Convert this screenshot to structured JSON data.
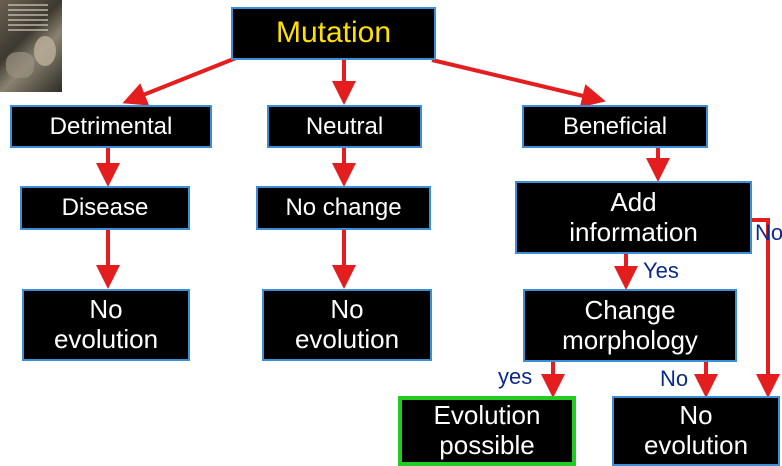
{
  "colors": {
    "arrow": "#e41e1e",
    "node_bg": "#000000",
    "node_border": "#3b8fd6",
    "root_text": "#ffe000",
    "node_text": "#ffffff",
    "edge_label": "#0b2a8a",
    "highlight_border": "#22cc22"
  },
  "photo": {
    "icon": "book-cover-photo"
  },
  "nodes": {
    "mutation": "Mutation",
    "detrimental": "Detrimental",
    "neutral": "Neutral",
    "beneficial": "Beneficial",
    "disease": "Disease",
    "no_change": "No change",
    "add_information": "Add\ninformation",
    "change_morphology": "Change\nmorphology",
    "no_evolution_1": "No\nevolution",
    "no_evolution_2": "No\nevolution",
    "no_evolution_3": "No\nevolution",
    "evolution_possible": "Evolution\npossible"
  },
  "edge_labels": {
    "add_info_no": "No",
    "add_info_yes": "Yes",
    "morphology_yes": "yes",
    "morphology_no": "No"
  }
}
